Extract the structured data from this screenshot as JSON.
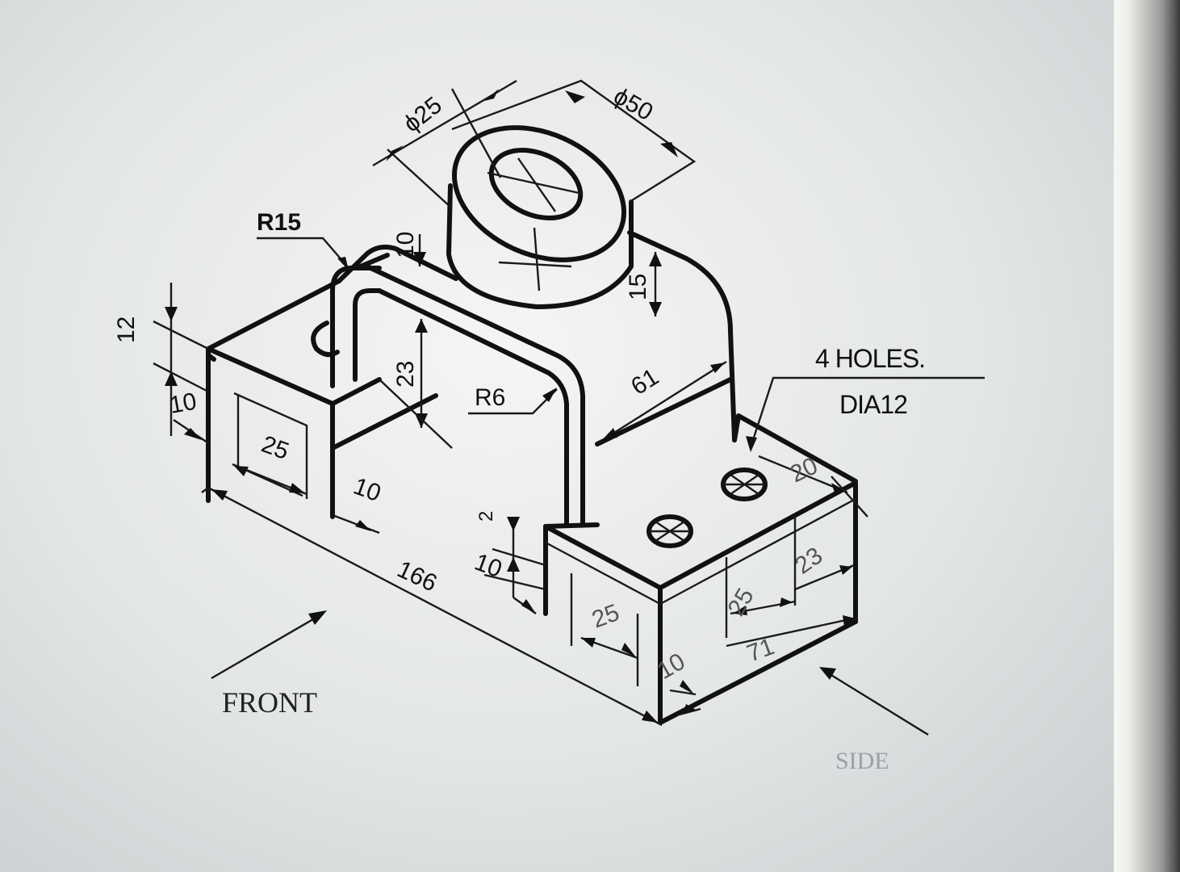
{
  "drawing": {
    "dimensions": {
      "dia25": "ϕ25",
      "dia50": "ϕ50",
      "r15": "R15",
      "d10_top": "10",
      "d15": "15",
      "d12": "12",
      "d10_left": "10",
      "d23": "23",
      "d25_left": "25",
      "d10_front": "10",
      "r6": "R6",
      "d61": "61",
      "d166": "166",
      "d2": "2",
      "d10_step": "10",
      "d25_bottom": "25",
      "d10_bottom": "10",
      "d20": "20",
      "d23_right": "23",
      "d25_right": "25",
      "d71": "71"
    },
    "note_line1": "4 HOLES.",
    "note_line2": "DIA12",
    "front_label": "FRONT",
    "side_label": "SIDE"
  }
}
